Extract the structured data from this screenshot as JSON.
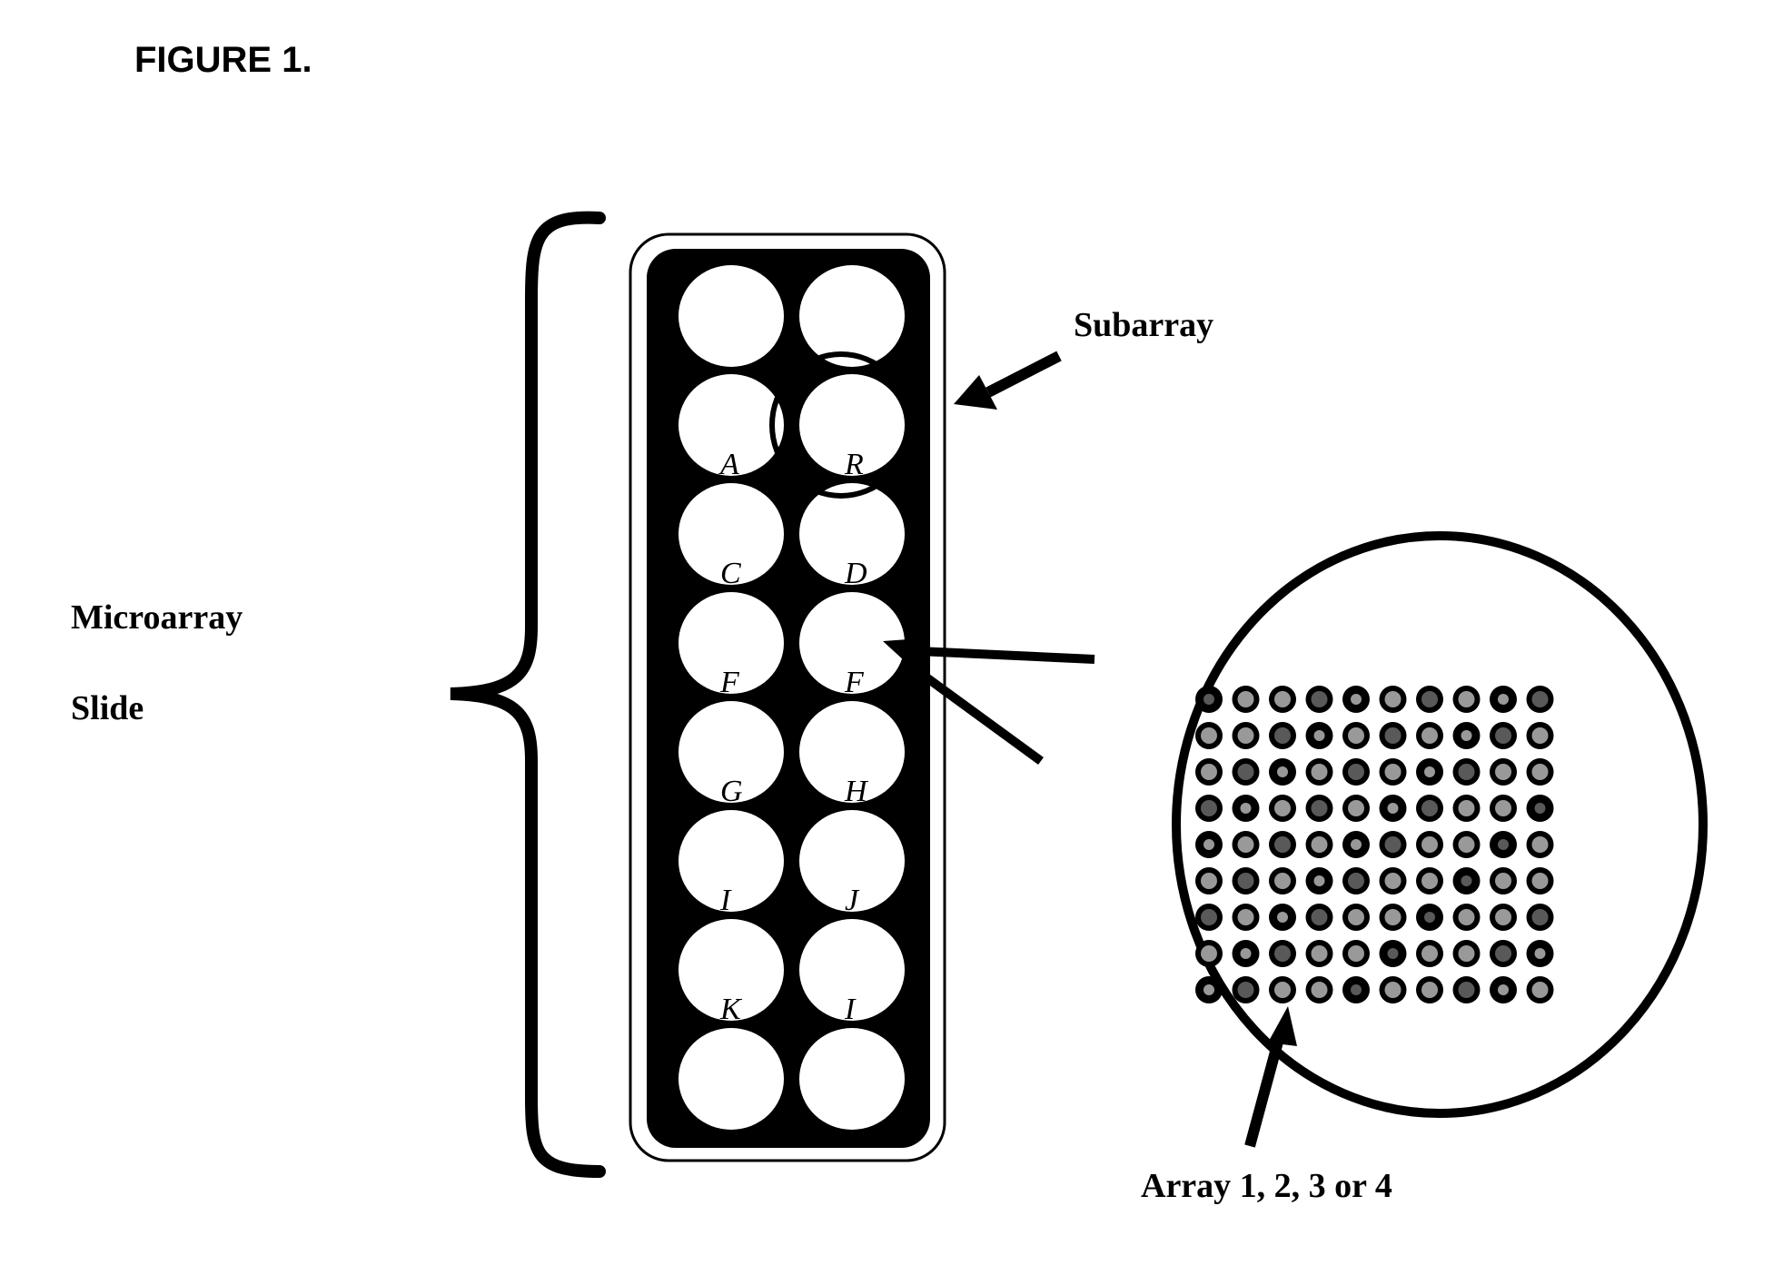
{
  "figure": {
    "title": "FIGURE 1."
  },
  "labels": {
    "microarray": "Microarray",
    "slide": "Slide",
    "subarray": "Subarray",
    "array": "Array 1, 2, 3 or 4"
  },
  "wells": [
    {
      "label": ""
    },
    {
      "label": ""
    },
    {
      "label": "A"
    },
    {
      "label": "R"
    },
    {
      "label": "C"
    },
    {
      "label": "D"
    },
    {
      "label": "F"
    },
    {
      "label": "F"
    },
    {
      "label": "G"
    },
    {
      "label": "H"
    },
    {
      "label": "I"
    },
    {
      "label": "J"
    },
    {
      "label": "K"
    },
    {
      "label": "I"
    },
    {
      "label": ""
    },
    {
      "label": ""
    }
  ],
  "spot_grid": {
    "rows": 9,
    "cols": 10
  },
  "colors": {
    "ink": "#000000",
    "paper": "#ffffff"
  }
}
